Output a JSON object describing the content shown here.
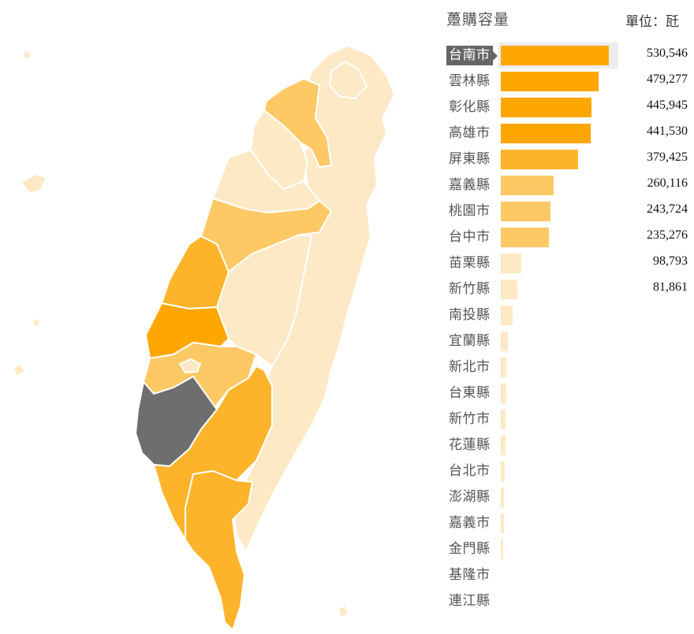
{
  "colors": {
    "highlight": "#6e6e6e",
    "scale": [
      "#fde9c5",
      "#fec964",
      "#fdb42a",
      "#fea703"
    ],
    "border": "#ffffff"
  },
  "chart_data": {
    "type": "bar",
    "orientation": "horizontal",
    "title": "躉購容量",
    "unit": "單位：瓩",
    "highlighted": "台南市",
    "categories": [
      "台南市",
      "雲林縣",
      "彰化縣",
      "高雄市",
      "屏東縣",
      "嘉義縣",
      "桃園市",
      "台中市",
      "苗栗縣",
      "新竹縣",
      "南投縣",
      "宜蘭縣",
      "新北市",
      "台東縣",
      "新竹市",
      "花蓮縣",
      "台北市",
      "澎湖縣",
      "嘉義市",
      "金門縣",
      "基隆市",
      "連江縣"
    ],
    "values": [
      530546,
      479277,
      445945,
      441530,
      379425,
      260116,
      243724,
      235276,
      98793,
      81861,
      60000,
      35000,
      29000,
      27000,
      24000,
      22000,
      20000,
      17000,
      15000,
      9000,
      0,
      0
    ],
    "value_labels": [
      "530,546",
      "479,277",
      "445,945",
      "441,530",
      "379,425",
      "260,116",
      "243,724",
      "235,276",
      "98,793",
      "81,861",
      "",
      "",
      "",
      "",
      "",
      "",
      "",
      "",
      "",
      "",
      "",
      ""
    ]
  }
}
